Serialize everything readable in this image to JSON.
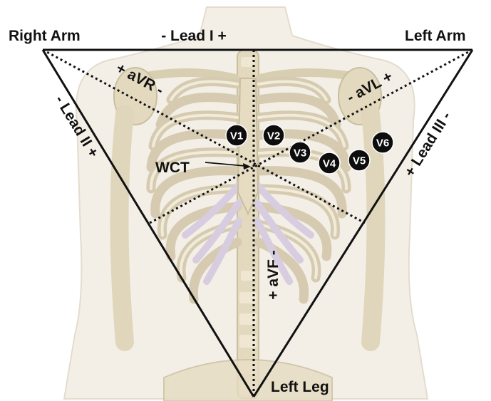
{
  "labels": {
    "right_arm": "Right Arm",
    "left_arm": "Left Arm",
    "left_leg": "Left Leg",
    "lead_i": "- Lead I +",
    "lead_ii": "- Lead II +",
    "lead_iii": "+ Lead III -",
    "avr": "+ aVR -",
    "avl": "- aVL +",
    "avf": "+ aVF -",
    "wct": "WCT"
  },
  "electrodes": [
    "V1",
    "V2",
    "V3",
    "V4",
    "V5",
    "V6"
  ],
  "colors": {
    "bone": "#e9e1cc",
    "bone_shadow": "#c9bf9f",
    "cartilage": "#d8cde0",
    "skin": "#f3efe7",
    "line": "#111111",
    "electrode_fill": "#0d0d0d"
  }
}
